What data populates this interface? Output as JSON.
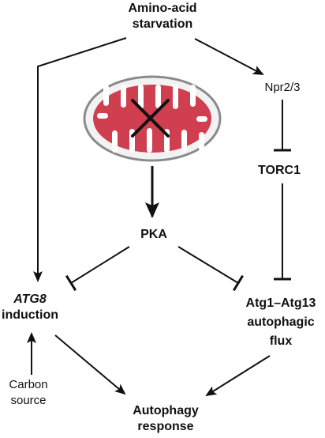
{
  "nodes": {
    "starvation": {
      "lines": [
        "Amino-acid",
        "starvation"
      ]
    },
    "npr": {
      "text": "Npr2/3"
    },
    "torc1": {
      "text": "TORC1"
    },
    "pka": {
      "text": "PKA"
    },
    "atg8": {
      "italic_part": "ATG8",
      "rest": "induction"
    },
    "atg1": {
      "lines": [
        "Atg1–Atg13",
        "autophagic",
        "flux"
      ]
    },
    "carbon": {
      "lines": [
        "Carbon",
        "source"
      ]
    },
    "response": {
      "lines": [
        "Autophagy",
        "response"
      ]
    }
  },
  "mitochondrion": {
    "icon": "mitochondrion-icon",
    "cross_icon": "x-mark-icon",
    "colors": {
      "outer_fill": "#f2f2f2",
      "outer_stroke": "#8a8a8a",
      "matrix": "#cf3f4f",
      "cristae": "#ffffff",
      "cross": "#111111"
    }
  },
  "edges": [
    {
      "from": "starvation",
      "to": "npr",
      "type": "activation"
    },
    {
      "from": "starvation",
      "to": "atg8",
      "type": "activation"
    },
    {
      "from": "mitochondrion",
      "to": "pka",
      "type": "activation"
    },
    {
      "from": "npr",
      "to": "torc1",
      "type": "inhibition"
    },
    {
      "from": "torc1",
      "to": "atg1",
      "type": "inhibition"
    },
    {
      "from": "pka",
      "to": "atg8",
      "type": "inhibition"
    },
    {
      "from": "pka",
      "to": "atg1",
      "type": "inhibition"
    },
    {
      "from": "carbon",
      "to": "atg8",
      "type": "activation"
    },
    {
      "from": "atg8",
      "to": "response",
      "type": "activation"
    },
    {
      "from": "atg1",
      "to": "response",
      "type": "activation"
    }
  ],
  "colors": {
    "line": "#111111",
    "text": "#111111"
  }
}
